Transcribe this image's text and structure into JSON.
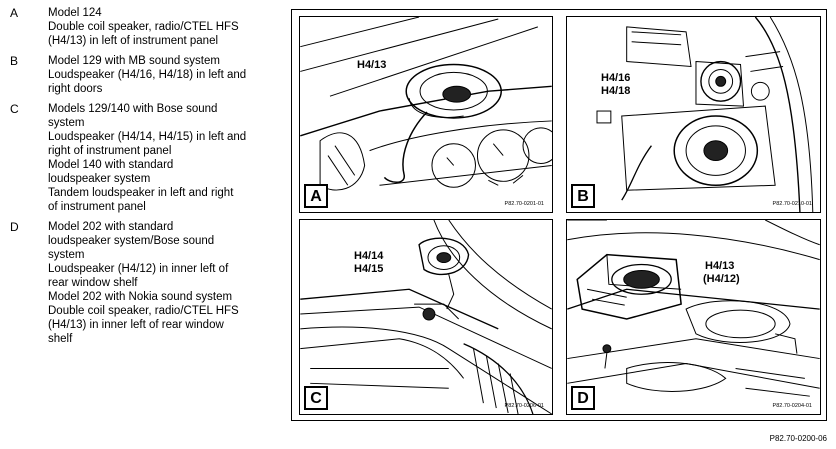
{
  "legend": [
    {
      "letter": "A",
      "lines": [
        {
          "style": "h",
          "text": "Model 124"
        },
        {
          "style": "i",
          "text": "Double coil speaker, radio/CTEL HFS"
        },
        {
          "style": "i",
          "text": "(H4/13) in left of instrument panel"
        }
      ]
    },
    {
      "letter": "B",
      "lines": [
        {
          "style": "h",
          "text": "Model 129 with MB sound system"
        },
        {
          "style": "i",
          "text": "Loudspeaker (H4/16, H4/18) in left and"
        },
        {
          "style": "i",
          "text": "right doors"
        }
      ]
    },
    {
      "letter": "C",
      "lines": [
        {
          "style": "h",
          "text": "Models 129/140 with Bose sound"
        },
        {
          "style": "h",
          "text": "system"
        },
        {
          "style": "i",
          "text": "Loudspeaker (H4/14, H4/15) in left and"
        },
        {
          "style": "i",
          "text": "right of instrument panel"
        },
        {
          "style": "h",
          "text": "Model 140 with standard"
        },
        {
          "style": "h",
          "text": "loudspeaker system"
        },
        {
          "style": "i",
          "text": "Tandem loudspeaker in left and right"
        },
        {
          "style": "i",
          "text": "of instrument panel"
        }
      ]
    },
    {
      "letter": "D",
      "lines": [
        {
          "style": "h",
          "text": "Model 202 with standard"
        },
        {
          "style": "h",
          "text": "loudspeaker system/Bose sound"
        },
        {
          "style": "h",
          "text": "system"
        },
        {
          "style": "i",
          "text": "Loudspeaker (H4/12) in inner left of"
        },
        {
          "style": "i",
          "text": "rear window shelf"
        },
        {
          "style": "h",
          "text": "Model 202 with Nokia sound system"
        },
        {
          "style": "i",
          "text": "Double coil speaker, radio/CTEL HFS"
        },
        {
          "style": "i",
          "text": "(H4/13) in inner left of rear window"
        },
        {
          "style": "i",
          "text": "shelf"
        }
      ]
    }
  ],
  "panels": {
    "a": {
      "letter": "A",
      "callout": [
        "H4/13"
      ],
      "code": "P82.70-0201-01"
    },
    "b": {
      "letter": "B",
      "callout": [
        "H4/16",
        "H4/18"
      ],
      "code": "P82.70-0210-01"
    },
    "c": {
      "letter": "C",
      "callout": [
        "H4/14",
        "H4/15"
      ],
      "code": "P82.70-0206-01"
    },
    "d": {
      "letter": "D",
      "callout": [
        "H4/13",
        "(H4/12)"
      ],
      "code": "P82.70-0204-01"
    }
  },
  "figure_ref": "P82.70-0200-06"
}
